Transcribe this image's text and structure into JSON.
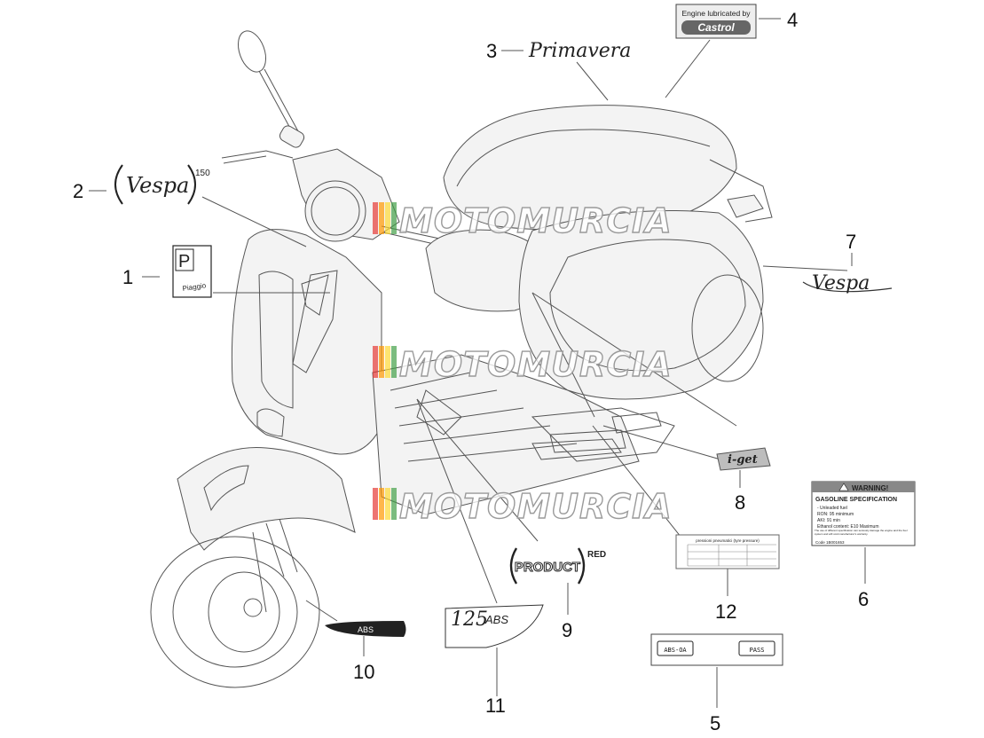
{
  "callouts": [
    "1",
    "2",
    "3",
    "4",
    "5",
    "6",
    "7",
    "8",
    "9",
    "10",
    "11",
    "12"
  ],
  "watermark": "MOTOMURCIA",
  "watermark_stripes": [
    "#e53935",
    "#ff9800",
    "#fdd835",
    "#43a047"
  ],
  "decals": {
    "piaggio_letter": "P",
    "piaggio_name": "Piaggio",
    "vespa_logo": "Vespa",
    "vespa_superscript": "150",
    "primavera": "Primavera",
    "castrol_top": "Engine lubricated by",
    "castrol_brand": "Castrol",
    "iget": "i-get",
    "product": "PRODUCT",
    "product_superscript": "RED",
    "abs": "ABS",
    "badge_125_num": "125",
    "badge_125_abs": "ABS",
    "label_left": "ABS-OA",
    "label_right": "PASS",
    "warning_title": "WARNING!",
    "gasoline_title": "GASOLINE SPECIFICATION",
    "gasoline_lines": [
      "- Unleaded fuel",
      "RON: 95 minimum",
      "AKI: 91 min",
      "Ethanol content: E10 Maximum"
    ],
    "gasoline_note": "The use of different specification can seriously damage the engine and the fuel system and will void manufacturer's warranty.",
    "gasoline_code": "Code 1B001653",
    "tyre_header": "pressioni pneumatici (tyre pressure)"
  }
}
